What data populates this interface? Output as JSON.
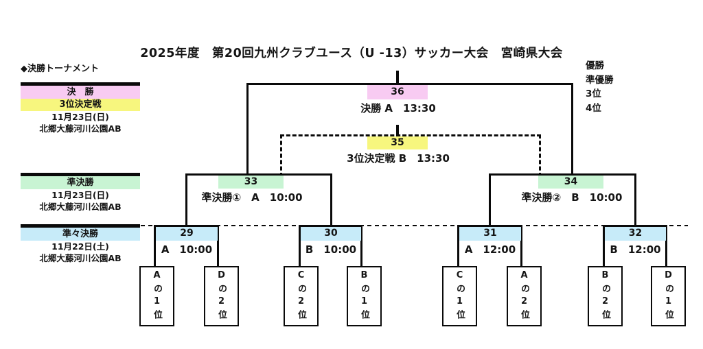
{
  "title": "2025年度　第20回九州クラブユース（U -13）サッカー大会　宮崎県大会",
  "legend": "◆決勝トーナメント",
  "left_panel": {
    "final_block": {
      "row_final": "決　勝",
      "row_third": "3位決定戦",
      "date": "11月23日(日)",
      "venue": "北郷大藤河川公園AB"
    },
    "semi_block": {
      "row": "準決勝",
      "date": "11月23日(日)",
      "venue": "北郷大藤河川公園AB"
    },
    "quarter_block": {
      "row": "準々決勝",
      "date": "11月22日(土)",
      "venue": "北郷大藤河川公園AB"
    }
  },
  "results": [
    "優勝",
    "準優勝",
    "3位",
    "4位"
  ],
  "matches": {
    "final": {
      "no": "36",
      "label": "決勝 A　13:30"
    },
    "third_place": {
      "no": "35",
      "label": "3位決定戦 B　13:30"
    },
    "semi1": {
      "no": "33",
      "label": "準決勝①　A　10:00"
    },
    "semi2": {
      "no": "34",
      "label": "準決勝②　B　10:00"
    },
    "qf1": {
      "no": "29",
      "label": "A　10:00"
    },
    "qf2": {
      "no": "30",
      "label": "B　10:00"
    },
    "qf3": {
      "no": "31",
      "label": "A　12:00"
    },
    "qf4": {
      "no": "32",
      "label": "B　12:00"
    }
  },
  "teams": [
    "Aの1位",
    "Dの2位",
    "Cの2位",
    "Bの1位",
    "Cの1位",
    "Aの2位",
    "Bの2位",
    "Dの1位"
  ],
  "colors": {
    "final_pink": "#f8cbf2",
    "third_yellow": "#f7f67e",
    "semi_green": "#c8f4d3",
    "quarter_blue": "#c7ebf9",
    "line_black": "#0a0a0a"
  }
}
